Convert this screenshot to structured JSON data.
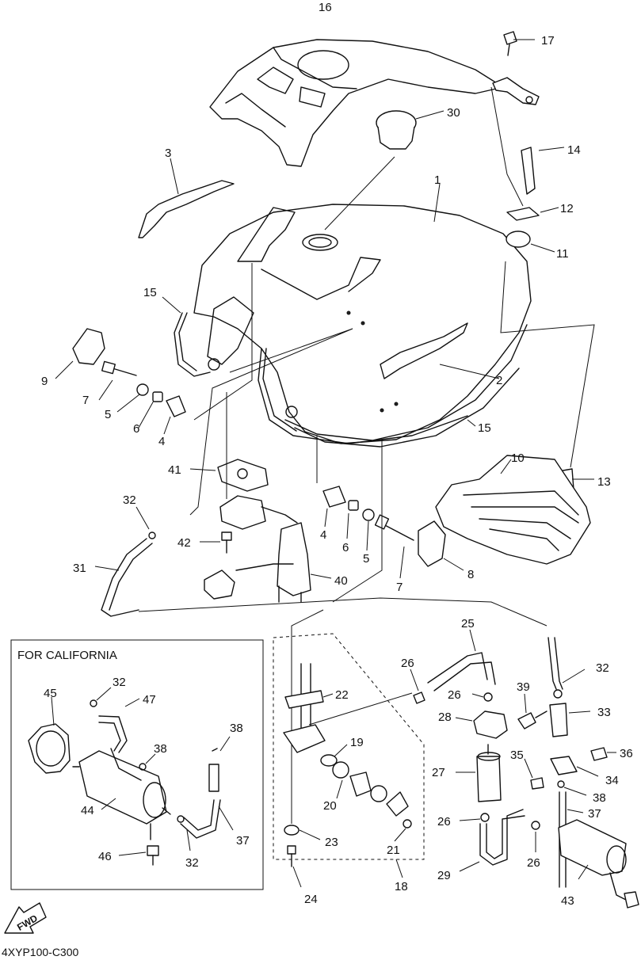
{
  "diagram_code": "4XYP100-C300",
  "california_box": {
    "title": "FOR CALIFORNIA"
  },
  "fwd_arrow": {
    "label": "FWD",
    "icon": "fwd-arrow-icon"
  },
  "callouts": {
    "c1": "1",
    "c2": "2",
    "c3": "3",
    "c4a": "4",
    "c4b": "4",
    "c5a": "5",
    "c5b": "5",
    "c6a": "6",
    "c6b": "6",
    "c7a": "7",
    "c7b": "7",
    "c8": "8",
    "c9": "9",
    "c10": "10",
    "c11": "11",
    "c12": "12",
    "c13": "13",
    "c14": "14",
    "c15a": "15",
    "c15b": "15",
    "c16": "16",
    "c17": "17",
    "c18": "18",
    "c19": "19",
    "c20": "20",
    "c21": "21",
    "c22": "22",
    "c23": "23",
    "c24": "24",
    "c25": "25",
    "c26a": "26",
    "c26b": "26",
    "c26c": "26",
    "c26d": "26",
    "c27": "27",
    "c28": "28",
    "c29": "29",
    "c30": "30",
    "c31": "31",
    "c32a": "32",
    "c32b": "32",
    "c32c": "32",
    "c32d": "32",
    "c33": "33",
    "c34": "34",
    "c35": "35",
    "c36": "36",
    "c37a": "37",
    "c37b": "37",
    "c38a": "38",
    "c38b": "38",
    "c38c": "38",
    "c39": "39",
    "c40": "40",
    "c41": "41",
    "c42": "42",
    "c43": "43",
    "c44": "44",
    "c45": "45",
    "c46": "46",
    "c47": "47"
  }
}
